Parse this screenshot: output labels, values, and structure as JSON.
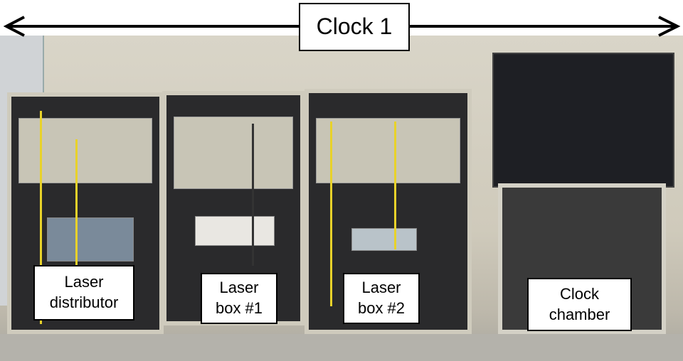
{
  "title": "Clock 1",
  "labels": {
    "laser_distributor": "Laser distributor",
    "laser_box_1": "Laser box #1",
    "laser_box_2": "Laser box #2",
    "clock_chamber": "Clock chamber"
  },
  "colors": {
    "arrow": "#000000",
    "label_bg": "#ffffff",
    "cable": "#e8d22a"
  }
}
